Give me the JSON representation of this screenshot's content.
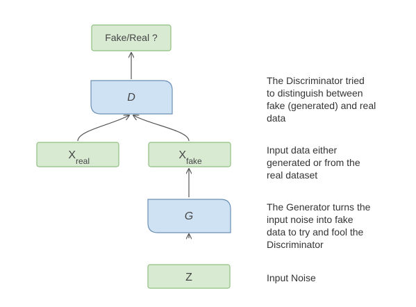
{
  "nodes": {
    "fake_real": {
      "label": "Fake/Real ?",
      "fill": "#d9ead3",
      "stroke": "#8fbf7f"
    },
    "discriminator": {
      "label": "D",
      "fill": "#cfe2f3",
      "stroke": "#6a8fb5"
    },
    "x_real": {
      "base": "X",
      "sub": "real",
      "fill": "#d9ead3",
      "stroke": "#8fbf7f"
    },
    "x_fake": {
      "base": "X",
      "sub": "fake",
      "fill": "#d9ead3",
      "stroke": "#8fbf7f"
    },
    "generator": {
      "label": "G",
      "fill": "#cfe2f3",
      "stroke": "#6a8fb5"
    },
    "z": {
      "label": "Z",
      "fill": "#d9ead3",
      "stroke": "#8fbf7f"
    }
  },
  "descriptions": {
    "discriminator": "The Discriminator tried\nto distinguish between\nfake (generated) and real\ndata",
    "input_data": "Input data either\ngenerated or from the\nreal dataset",
    "generator": "The Generator turns the\ninput noise into fake\ndata to try and fool the\nDiscriminator",
    "noise": "Input Noise"
  },
  "colors": {
    "arrow": "#555555"
  }
}
